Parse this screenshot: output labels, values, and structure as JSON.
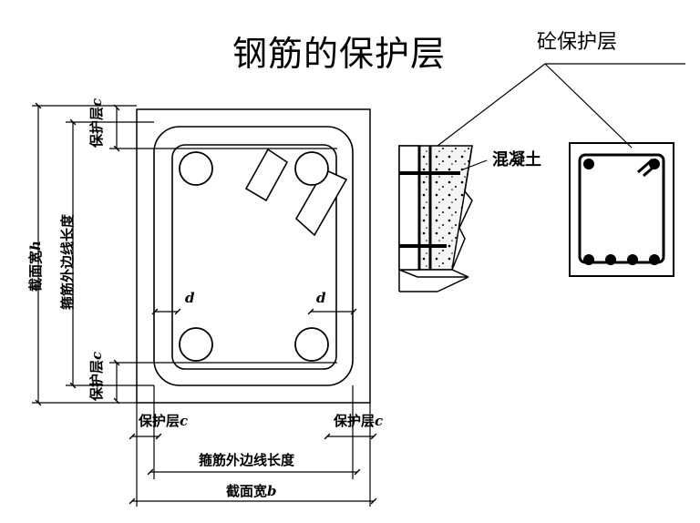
{
  "title": "钢筋的保护层",
  "callout_label": "砼保护层",
  "concrete_label": "混凝土",
  "labels": {
    "cover_label": "保护层",
    "cover_symbol": "c",
    "stirrup_length": "箍筋外边线长度",
    "section_height": "截面宽",
    "section_height_symbol": "h",
    "section_width": "截面宽",
    "section_width_symbol": "b",
    "diameter_symbol": "d"
  }
}
